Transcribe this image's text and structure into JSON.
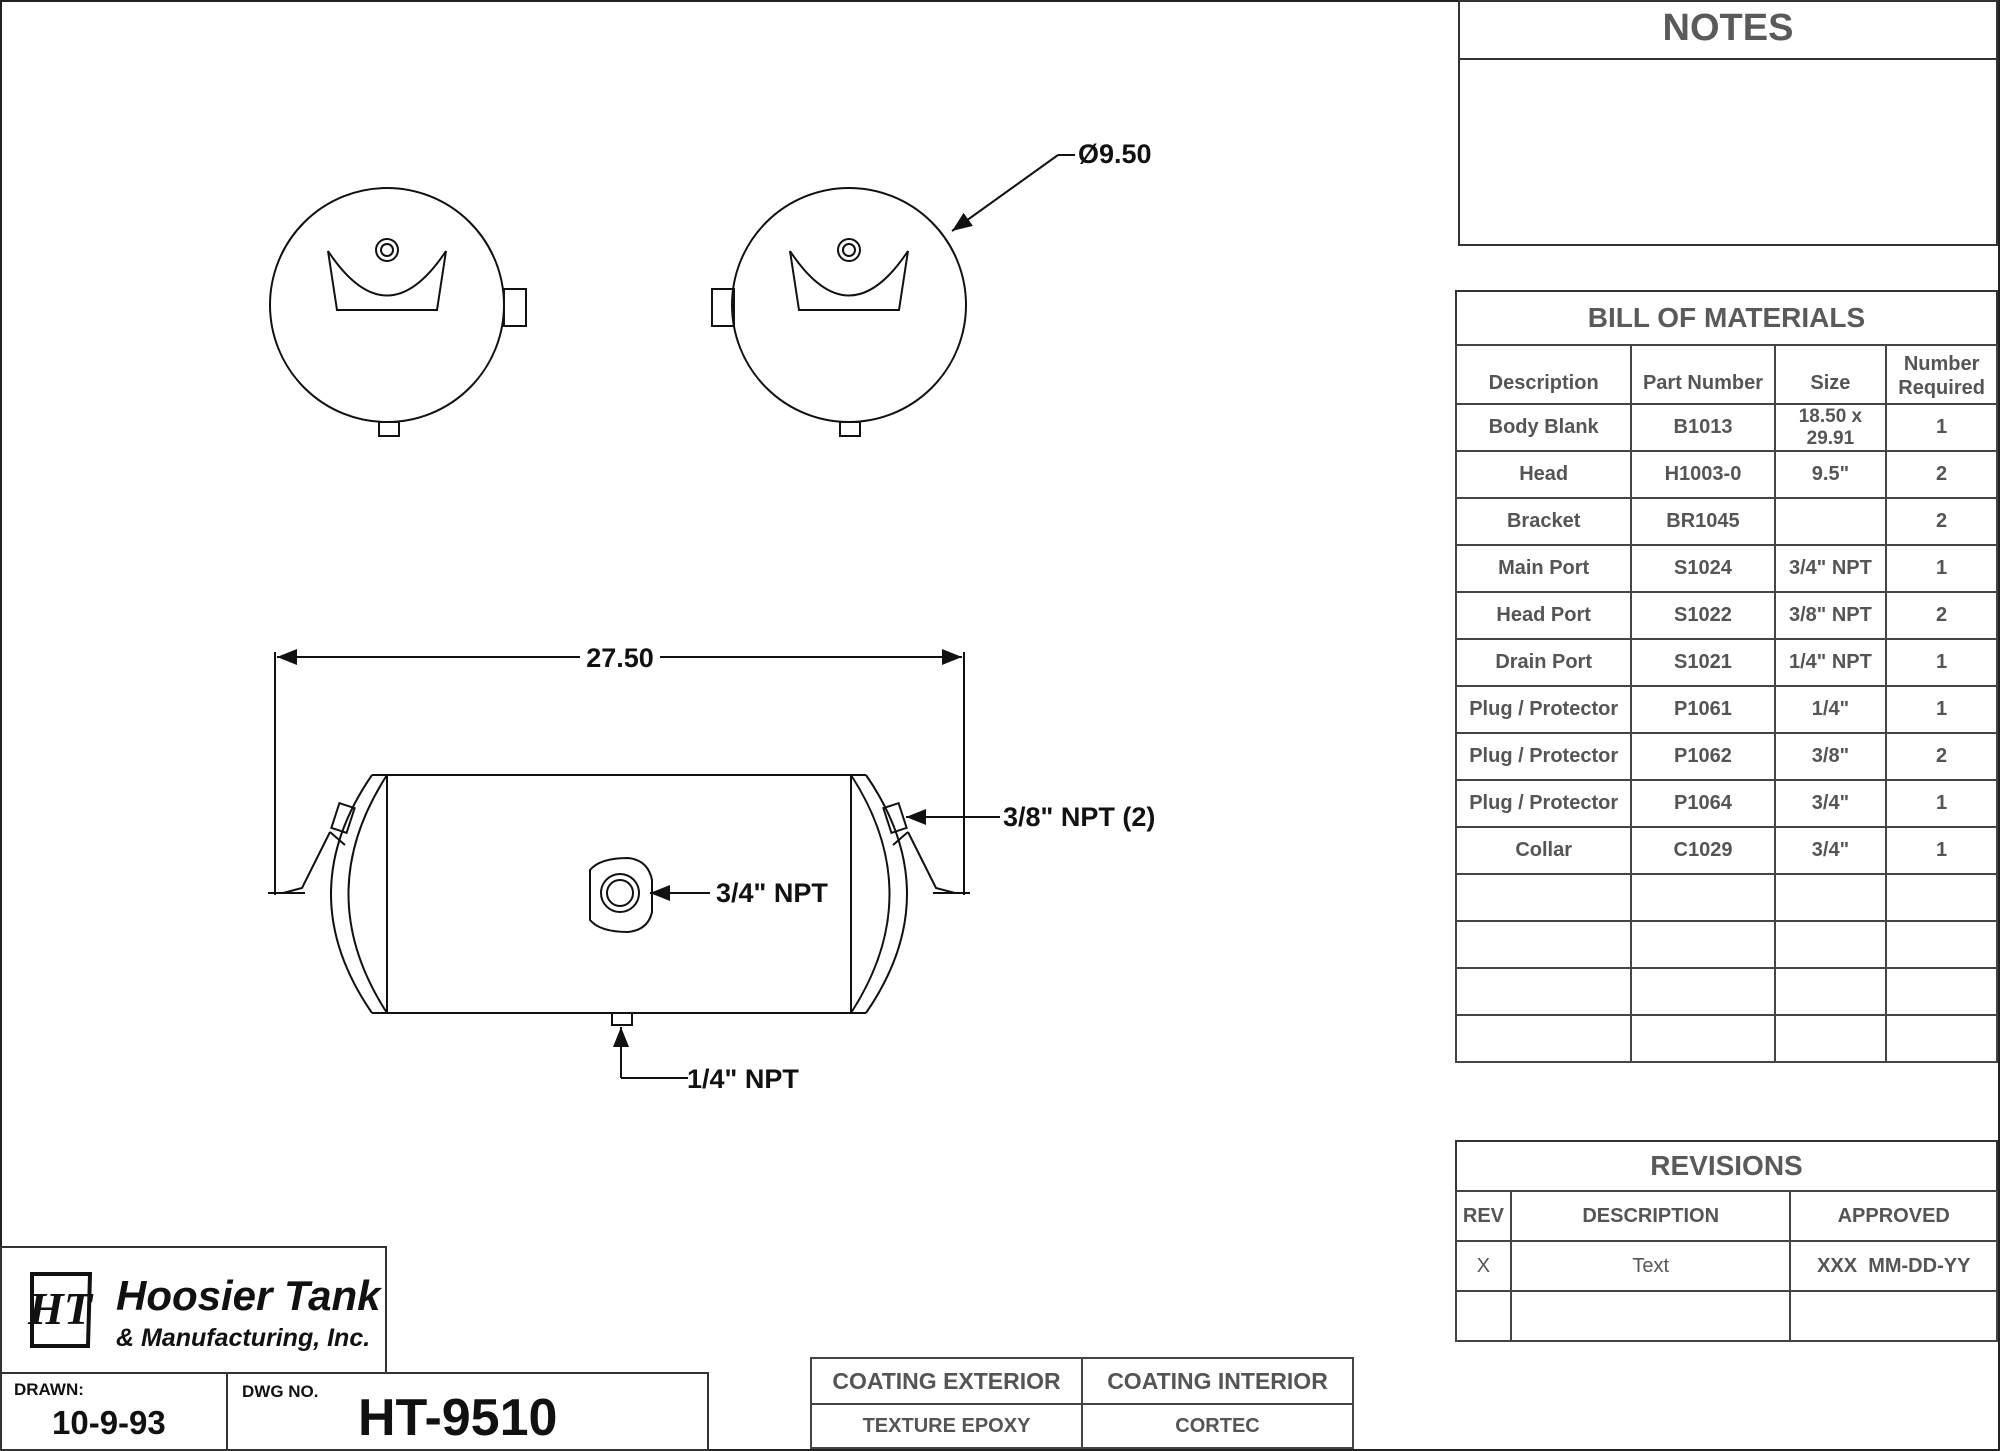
{
  "notes": {
    "title": "NOTES",
    "body": ""
  },
  "bom": {
    "title": "BILL OF MATERIALS",
    "columns": [
      "Description",
      "Part Number",
      "Size",
      "Number Required"
    ],
    "rows": [
      [
        "Body Blank",
        "B1013",
        "18.50 x 29.91",
        "1"
      ],
      [
        "Head",
        "H1003-0",
        "9.5\"",
        "2"
      ],
      [
        "Bracket",
        "BR1045",
        "",
        "2"
      ],
      [
        "Main Port",
        "S1024",
        "3/4\" NPT",
        "1"
      ],
      [
        "Head Port",
        "S1022",
        "3/8\" NPT",
        "2"
      ],
      [
        "Drain Port",
        "S1021",
        "1/4\" NPT",
        "1"
      ],
      [
        "Plug / Protector",
        "P1061",
        "1/4\"",
        "1"
      ],
      [
        "Plug / Protector",
        "P1062",
        "3/8\"",
        "2"
      ],
      [
        "Plug / Protector",
        "P1064",
        "3/4\"",
        "1"
      ],
      [
        "Collar",
        "C1029",
        "3/4\"",
        "1"
      ],
      [
        "",
        "",
        "",
        ""
      ],
      [
        "",
        "",
        "",
        ""
      ],
      [
        "",
        "",
        "",
        ""
      ],
      [
        "",
        "",
        "",
        ""
      ]
    ]
  },
  "revisions": {
    "title": "REVISIONS",
    "columns": [
      "REV",
      "DESCRIPTION",
      "APPROVED"
    ],
    "rows": [
      [
        "X",
        "Text",
        "XXX  MM-DD-YY"
      ],
      [
        "",
        "",
        ""
      ]
    ]
  },
  "title_block": {
    "logo_letters": "HT",
    "company_line1": "Hoosier Tank",
    "company_line2": "& Manufacturing, Inc.",
    "drawn_label": "DRAWN:",
    "drawn_value": "10-9-93",
    "dwg_label": "DWG NO.",
    "dwg_value": "HT-9510"
  },
  "coating": {
    "exterior_label": "COATING EXTERIOR",
    "interior_label": "COATING INTERIOR",
    "exterior_value": "TEXTURE EPOXY",
    "interior_value": "CORTEC"
  },
  "dimensions": {
    "diameter": "Ø9.50",
    "length": "27.50",
    "head_port": "3/8\" NPT  (2)",
    "main_port": "3/4\" NPT",
    "drain_port": "1/4\" NPT"
  }
}
